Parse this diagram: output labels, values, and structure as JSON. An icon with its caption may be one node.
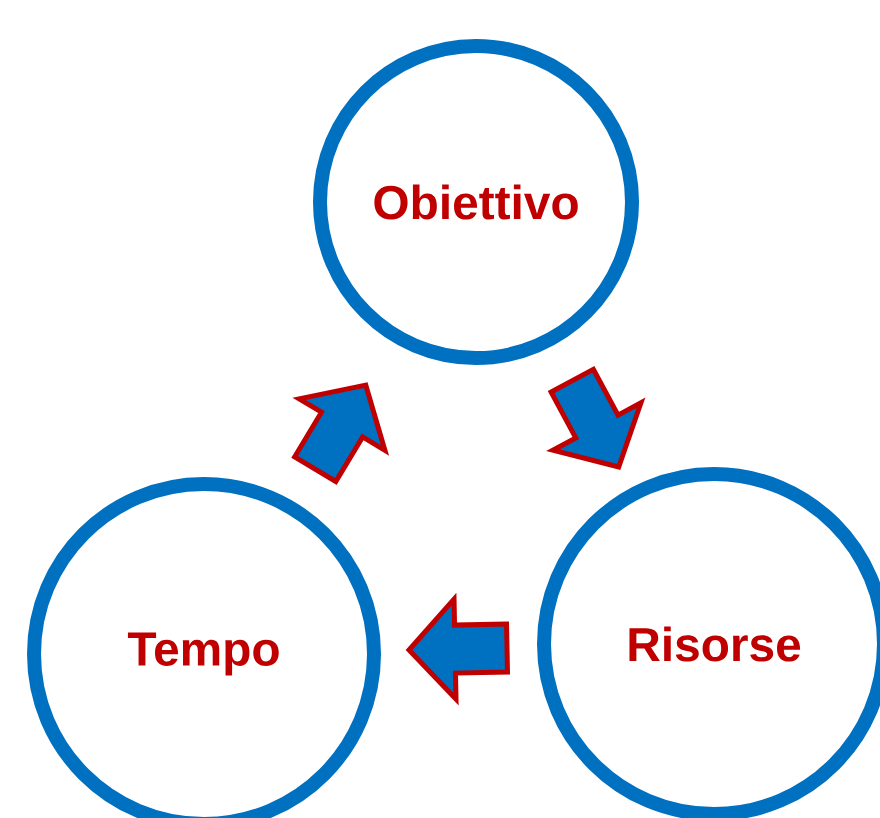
{
  "diagram": {
    "nodes": [
      {
        "text": [
          "Obiettivo"
        ]
      },
      {
        "text": [
          "Risorse"
        ]
      },
      {
        "text": [
          "Tempo"
        ]
      }
    ],
    "edges": [
      {
        "from": 0,
        "to": 1,
        "arrow": "to"
      },
      {
        "from": 1,
        "to": 2,
        "arrow": "to"
      },
      {
        "from": 2,
        "to": 0,
        "arrow": "to"
      }
    ]
  }
}
